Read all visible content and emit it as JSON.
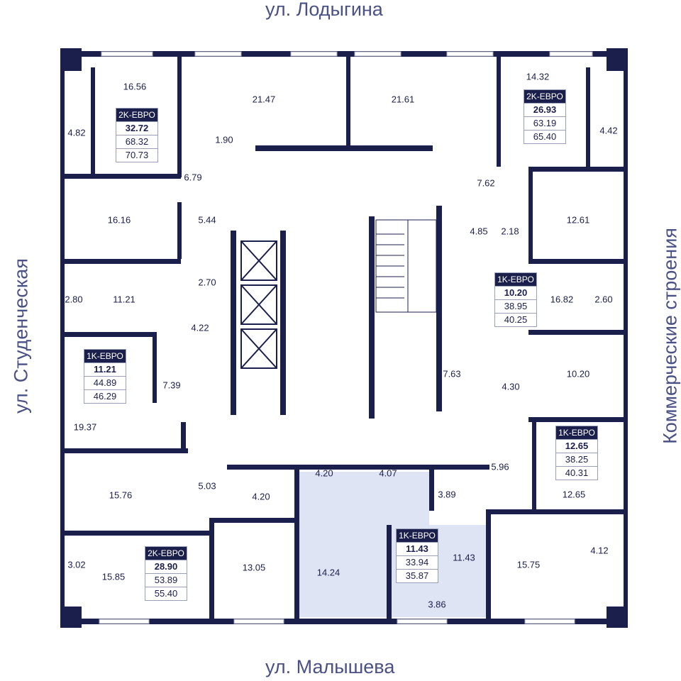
{
  "streets": {
    "top": "ул. Лодыгина",
    "bottom": "ул. Малышева",
    "left": "ул. Студенческая",
    "right": "Коммерческие строения"
  },
  "colors": {
    "wall": "#1b1f4b",
    "highlight": "#dfe4f4"
  },
  "rooms": [
    "16.56",
    "4.82",
    "21.47",
    "21.61",
    "14.32",
    "4.42",
    "1.90",
    "6.79",
    "7.62",
    "16.16",
    "5.44",
    "4.85",
    "2.18",
    "12.61",
    "2.80",
    "11.21",
    "2.70",
    "16.82",
    "2.60",
    "4.22",
    "7.39",
    "7.63",
    "4.30",
    "10.20",
    "19.37",
    "5.96",
    "12.65",
    "15.76",
    "5.03",
    "4.20",
    "4.20",
    "4.07",
    "3.89",
    "3.02",
    "15.85",
    "13.05",
    "14.24",
    "11.43",
    "4.12",
    "15.75",
    "3.86"
  ],
  "apartments": [
    {
      "type": "2K-ЕВРО",
      "living": "32.72",
      "total": "68.32",
      "total_balcony": "70.73"
    },
    {
      "type": "2K-ЕВРО",
      "living": "26.93",
      "total": "63.19",
      "total_balcony": "65.40"
    },
    {
      "type": "1K-ЕВРО",
      "living": "10.20",
      "total": "38.95",
      "total_balcony": "40.25"
    },
    {
      "type": "1K-ЕВРО",
      "living": "11.21",
      "total": "44.89",
      "total_balcony": "46.29"
    },
    {
      "type": "1K-ЕВРО",
      "living": "12.65",
      "total": "38.25",
      "total_balcony": "40.31"
    },
    {
      "type": "2K-ЕВРО",
      "living": "28.90",
      "total": "53.89",
      "total_balcony": "55.40"
    },
    {
      "type": "1K-ЕВРО",
      "living": "11.43",
      "total": "33.94",
      "total_balcony": "35.87"
    }
  ]
}
